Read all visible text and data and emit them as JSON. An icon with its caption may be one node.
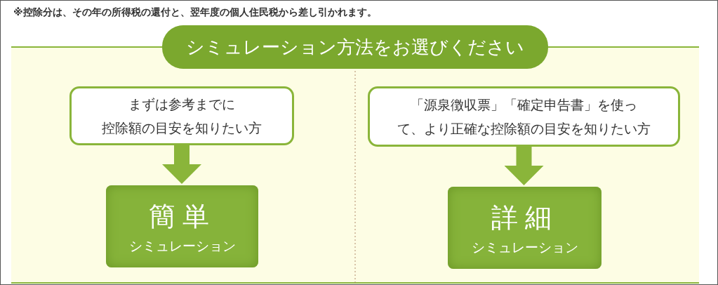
{
  "diagram": {
    "nodes": [
      {
        "text": [
          "シミュレーション方法をお選びください"
        ]
      },
      {
        "text": [
          "まずは参考までに控除額の目安を知りたい方"
        ]
      },
      {
        "text": [
          "「源泉徴収票」「確定申告書」を使って、より正確な控除額の目安を知りたい方"
        ]
      },
      {
        "text": [
          "簡単",
          "シミュレーション"
        ]
      },
      {
        "text": [
          "詳細",
          "シミュレーション"
        ]
      }
    ],
    "edges": [
      {
        "from": 1,
        "to": 3,
        "arrow": "to"
      },
      {
        "from": 2,
        "to": 4,
        "arrow": "to"
      }
    ],
    "labels": [
      "※控除分は、その年の所得税の還付と、翌年度の個人住民税から差し引かれます。"
    ]
  }
}
